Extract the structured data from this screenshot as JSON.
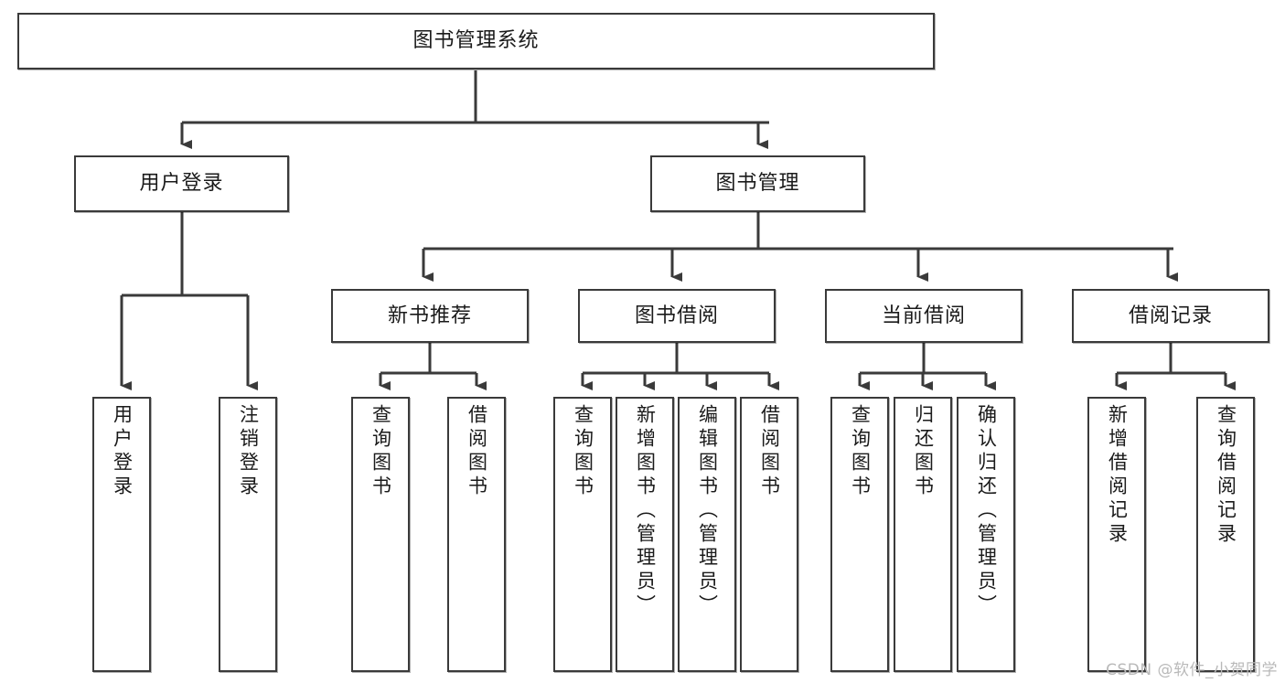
{
  "diagram": {
    "title": "图书管理系统",
    "type": "hierarchy-tree",
    "watermark": "CSDN @软件_小贺同学",
    "colors": {
      "box_border": "#3a3a3a",
      "box_fill": "#ffffff",
      "connector": "#3a3a3a",
      "text": "#1a1a1a",
      "watermark": "#b9b9b9"
    },
    "levels": {
      "root": {
        "label": "图书管理系统"
      },
      "level2": [
        {
          "label": "用户登录"
        },
        {
          "label": "图书管理"
        }
      ],
      "level3": [
        {
          "label": "新书推荐"
        },
        {
          "label": "图书借阅"
        },
        {
          "label": "当前借阅"
        },
        {
          "label": "借阅记录"
        }
      ],
      "leaves": [
        {
          "label": "用户登录",
          "parent": "用户登录"
        },
        {
          "label": "注销登录",
          "parent": "用户登录"
        },
        {
          "label": "查询图书",
          "parent": "新书推荐"
        },
        {
          "label": "借阅图书",
          "parent": "新书推荐"
        },
        {
          "label": "查询图书",
          "parent": "图书借阅"
        },
        {
          "label": "新增图书（管理员）",
          "parent": "图书借阅"
        },
        {
          "label": "编辑图书（管理员）",
          "parent": "图书借阅"
        },
        {
          "label": "借阅图书",
          "parent": "图书借阅"
        },
        {
          "label": "查询图书",
          "parent": "当前借阅"
        },
        {
          "label": "归还图书",
          "parent": "当前借阅"
        },
        {
          "label": "确认归还（管理员）",
          "parent": "当前借阅"
        },
        {
          "label": "新增借阅记录",
          "parent": "借阅记录"
        },
        {
          "label": "查询借阅记录",
          "parent": "借阅记录"
        }
      ]
    }
  }
}
